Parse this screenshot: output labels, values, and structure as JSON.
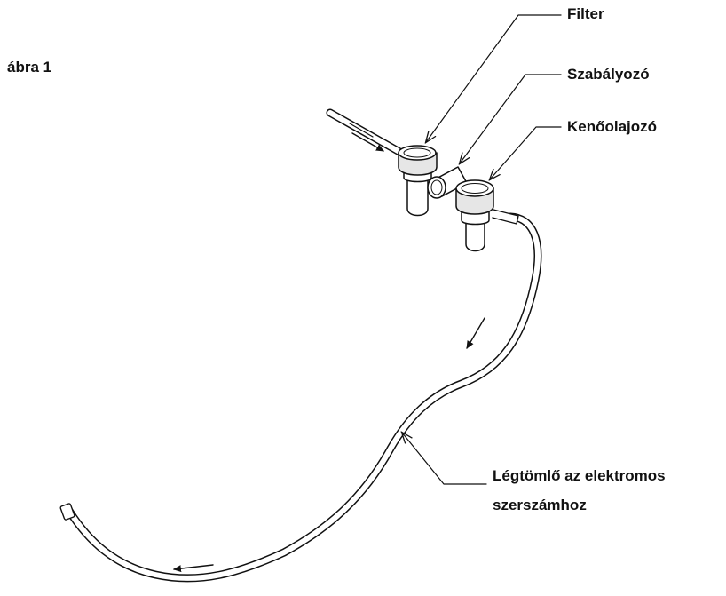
{
  "figure": {
    "caption": "ábra 1"
  },
  "labels": {
    "filter": "Filter",
    "regulator": "Szabályozó",
    "lubricator": "Kenőolajozó",
    "hose_line1": "Légtömlő az elektromos",
    "hose_line2": "szerszámhoz"
  },
  "colors": {
    "ink": "#111111",
    "fill": "#ffffff",
    "tint": "#e6e6e6"
  }
}
